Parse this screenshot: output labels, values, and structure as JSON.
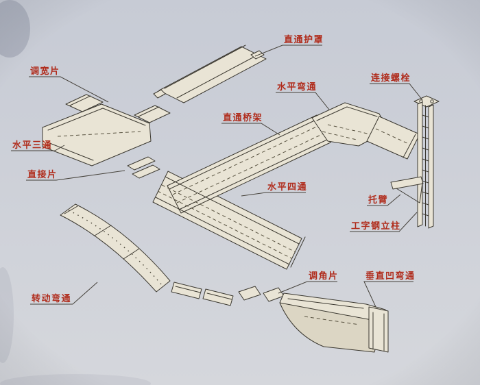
{
  "diagram": {
    "background_top": "#c7cbd5",
    "background_bottom": "#d5d7dc",
    "paper_fill": "#e9e4d5",
    "line_color": "#3a372f",
    "label_color": "#b02b1b"
  },
  "labels": [
    {
      "id": "straight-through-cover",
      "text": "直通护罩"
    },
    {
      "id": "width-adjust-piece",
      "text": "调宽片"
    },
    {
      "id": "horizontal-tee",
      "text": "水平三通"
    },
    {
      "id": "direct-connect-piece",
      "text": "直接片"
    },
    {
      "id": "horizontal-elbow",
      "text": "水平弯通"
    },
    {
      "id": "connecting-bolt",
      "text": "连接螺栓"
    },
    {
      "id": "straight-through-tray",
      "text": "直通桥架"
    },
    {
      "id": "horizontal-cross",
      "text": "水平四通"
    },
    {
      "id": "bracket-arm",
      "text": "托臂"
    },
    {
      "id": "i-beam-column",
      "text": "工字钢立柱"
    },
    {
      "id": "angle-adjust-piece",
      "text": "调角片"
    },
    {
      "id": "vertical-concave-elbow",
      "text": "垂直凹弯通"
    },
    {
      "id": "rotating-elbow",
      "text": "转动弯通"
    }
  ]
}
